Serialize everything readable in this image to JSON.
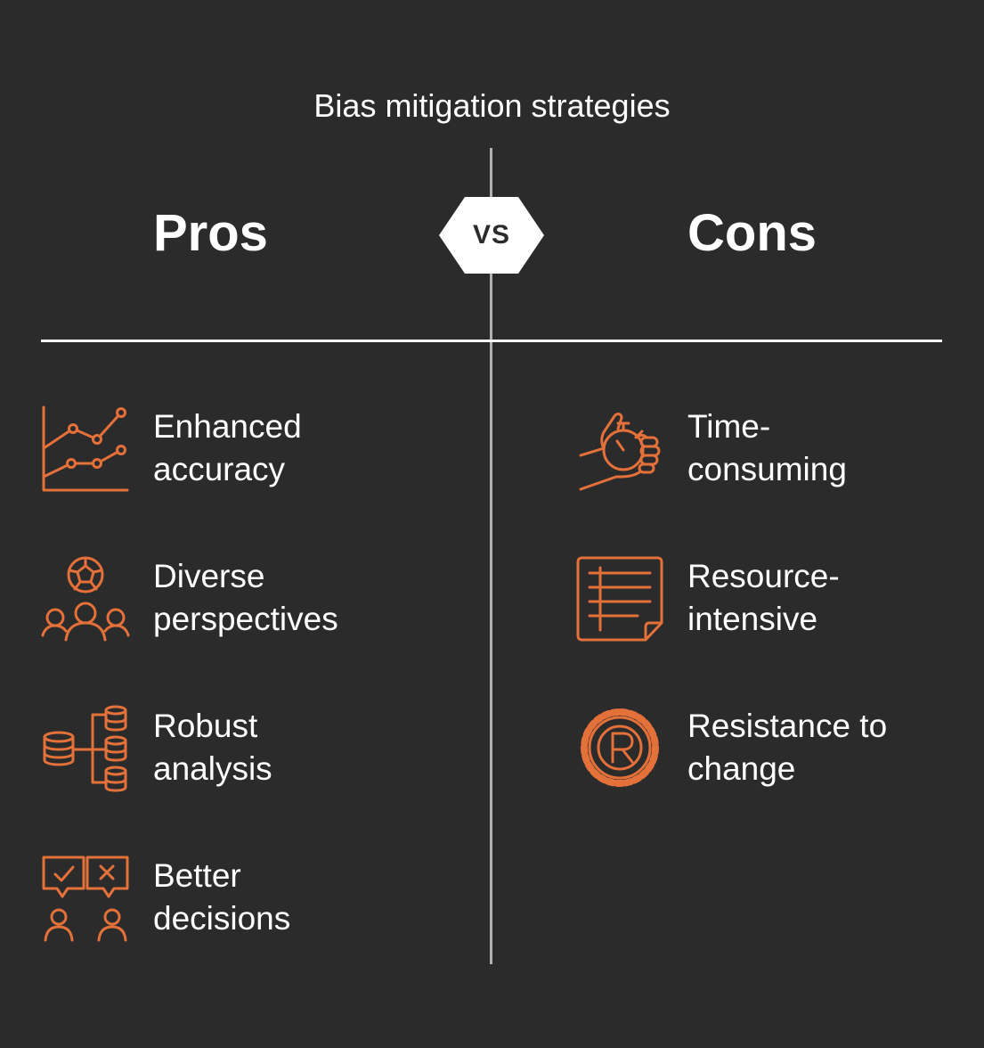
{
  "title": "Bias mitigation strategies",
  "vs_label": "VS",
  "pros": {
    "heading": "Pros",
    "items": [
      {
        "line1": "Enhanced",
        "line2": "accuracy",
        "icon": "line-chart-icon"
      },
      {
        "line1": "Diverse",
        "line2": "perspectives",
        "icon": "people-group-icon"
      },
      {
        "line1": "Robust",
        "line2": "analysis",
        "icon": "database-flow-icon"
      },
      {
        "line1": "Better",
        "line2": "decisions",
        "icon": "decision-people-icon"
      }
    ]
  },
  "cons": {
    "heading": "Cons",
    "items": [
      {
        "line1": "Time-",
        "line2": "consuming",
        "icon": "stopwatch-hand-icon"
      },
      {
        "line1": "Resource-",
        "line2": "intensive",
        "icon": "document-list-icon"
      },
      {
        "line1": "Resistance to",
        "line2": "change",
        "icon": "gear-r-icon"
      }
    ]
  },
  "colors": {
    "background": "#2b2b2b",
    "accent": "#e4703a",
    "text": "#ffffff",
    "divider": "#b0b0b0"
  }
}
